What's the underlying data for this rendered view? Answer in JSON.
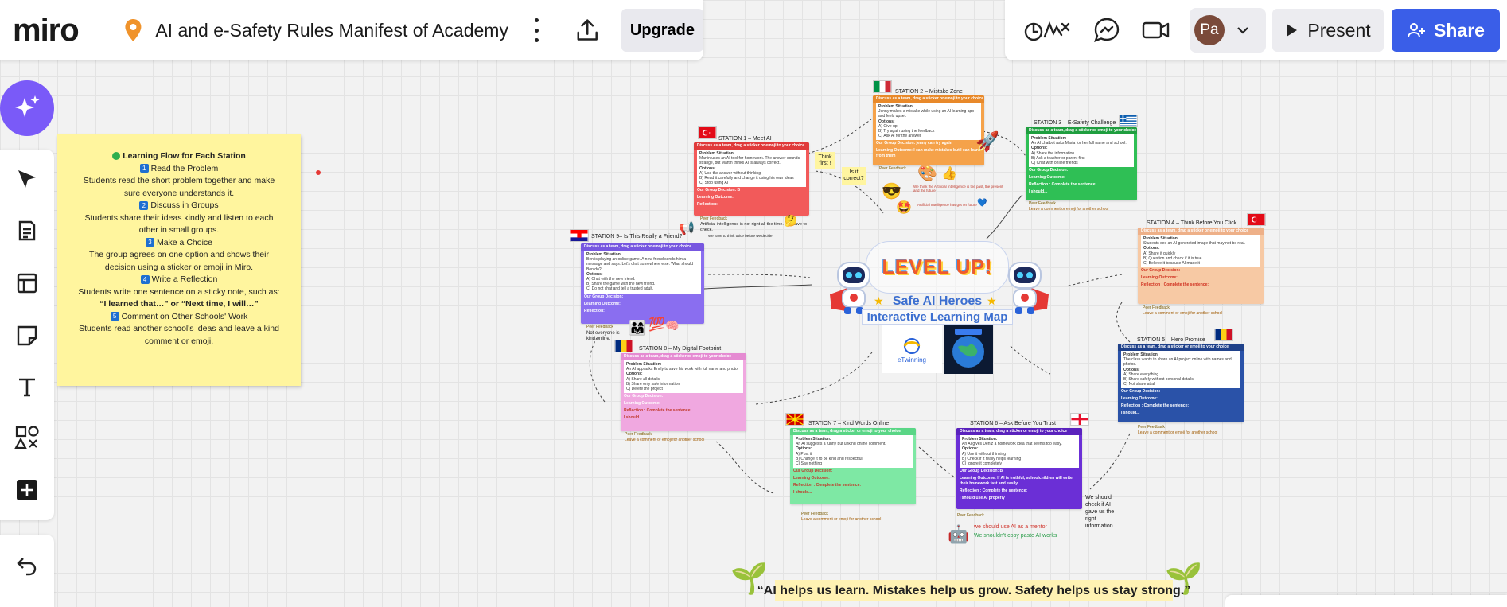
{
  "app": {
    "logo": "miro",
    "board_title": "AI and e-Safety Rules Manifest of Academy",
    "upgrade_label": "Upgrade",
    "present_label": "Present",
    "share_label": "Share",
    "avatar_initials": "Pa"
  },
  "icons": {
    "location": "location-pin-icon",
    "more": "more-vertical-icon",
    "export": "upload-icon",
    "reactions": "reactions-icon",
    "comments": "comment-icon",
    "video": "video-call-icon",
    "chevron": "chevron-down-icon",
    "present": "play-icon",
    "share": "share-people-icon",
    "ai": "ai-sparkle-icon"
  },
  "colors": {
    "accent": "#3a5ee8",
    "sticky": "#fff59e",
    "ai_button": "#7a5af8"
  },
  "sticky": {
    "heading": "Learning Flow for Each Station",
    "steps": [
      {
        "num": "1",
        "title": "Read the Problem",
        "text": "Students read the short problem together and make sure everyone understands it."
      },
      {
        "num": "2",
        "title": "Discuss in Groups",
        "text": "Students share their ideas kindly and listen to each other in small groups."
      },
      {
        "num": "3",
        "title": "Make a Choice",
        "text": "The group agrees on one option and shows their decision using a sticker or emoji in Miro."
      },
      {
        "num": "4",
        "title": "Write a Reflection",
        "text": "Students write one sentence on a sticky note, such as:"
      },
      {
        "num": "5",
        "title": "Comment on Other Schools' Work",
        "text": "Students read another school's ideas and leave a kind comment or emoji."
      }
    ],
    "example": "“I learned that…” or “Next time, I will…”"
  },
  "center": {
    "banner": "LEVEL UP!",
    "title": "Safe AI Heroes",
    "subtitle": "Interactive Learning Map",
    "etwinning": "eTwinning"
  },
  "quote": "“AI helps us learn. Mistakes help us grow. Safety helps us stay strong.”",
  "stations": {
    "s1": {
      "title": "STATION 1 – Meet AI",
      "bar": "Discuss as a team, drag a sticker or emoji to your choice",
      "problem": "Problem Situation:",
      "body": "Martin uses an AI tool for homework. The answer sounds strange, but Martin thinks AI is always correct.",
      "options": "Options:",
      "o1": "A) Use the answer without thinking",
      "o2": "B) Read it carefully and change it using his own ideas",
      "o3": "C) Stop using AI",
      "decision": "Our Group Decision: B",
      "outcome": "Learning Outcome:",
      "reflect": "Reflection:",
      "feedback": "Peer Feedback",
      "note": "Artificial intelligence is not right all the time. We have to check.",
      "note2": "We have to think twice before we decide"
    },
    "s2": {
      "title": "STATION 2 – Mistake Zone",
      "bar": "Discuss as a team, drag a sticker or emoji to your choice",
      "problem": "Problem Situation:",
      "body": "Jenny makes a mistake while using an AI learning app and feels upset.",
      "options": "Options:",
      "o1": "A) Give up",
      "o2": "B) Try again using the feedback",
      "o3": "C) Ask AI for the answer",
      "decision": "Our Group Decision: jenny can try again",
      "outcome": "Learning Outcome: I can make mistakes but I can learn from them",
      "feedback": "Peer Feedback",
      "note": "We think the Artificial Intelligence is the past, the present and the future",
      "note2": "Artificial Intelligence has got on future"
    },
    "s3": {
      "title": "STATION 3 – E-Safety Challenge",
      "bar": "Discuss as a team, drag a sticker or emoji to your choice",
      "problem": "Problem Situation:",
      "body": "An AI chatbot asks Maria for her full name and school.",
      "options": "Options:",
      "o1": "A) Share the information",
      "o2": "B) Ask a teacher or parent first",
      "o3": "C) Chat with online friends",
      "decision": "Our Group Decision:",
      "outcome": "Learning Outcome:",
      "reflect": "Reflection : Complete the sentence:",
      "should": "I should...",
      "feedback": "Peer Feedback",
      "comment": "Leave a comment or emoji for another school"
    },
    "s4": {
      "title": "STATION 4 – Think Before You Click",
      "bar": "Discuss as a team, drag a sticker or emoji to your choice",
      "problem": "Problem Situation:",
      "body": "Students see an AI-generated image that may not be real.",
      "options": "Options:",
      "o1": "A) Share it quickly",
      "o2": "B) Question and check if it is true",
      "o3": "C) Believe it because AI made it",
      "decision": "Our Group Decision:",
      "outcome": "Learning Outcome:",
      "reflect": "Reflection : Complete the sentence:",
      "feedback": "Peer Feedback",
      "comment": "Leave a comment or emoji for another school"
    },
    "s5": {
      "title": "STATION 5 – Hero Promise",
      "bar": "Discuss as a team, drag a sticker or emoji to your choice",
      "problem": "Problem Situation:",
      "body": "The class wants to share an AI project online with names and photos.",
      "options": "Options:",
      "o1": "A) Share everything",
      "o2": "B) Share safely without personal details",
      "o3": "C) Not share at all",
      "decision": "Our Group Decision:",
      "outcome": "Learning Outcome:",
      "reflect": "Reflection : Complete the sentence:",
      "should": "I should...",
      "feedback": "Peer Feedback",
      "comment": "Leave a comment or emoji for another school"
    },
    "s6": {
      "title": "STATION 6 – Ask Before You Trust",
      "bar": "Discuss as a team, drag a sticker or emoji to your choice",
      "problem": "Problem Situation:",
      "body": "An AI gives Deniz a homework idea that seems too easy.",
      "options": "Options:",
      "o1": "A) Use it without thinking",
      "o2": "B) Check if it really helps learning",
      "o3": "C) Ignore it completely",
      "decision": "Our Group Decision: B",
      "outcome": "Learning Outcome: If AI is truthful, schoolchildren will write their homework fast and easily.",
      "reflect": "Reflection : Complete the sentence:",
      "should": "I should use AI properly",
      "feedback": "Peer Feedback",
      "note1": "we should use AI as a mentor",
      "note2": "We shouldn't copy paste AI works",
      "side": "We should check if AI gave us the right information."
    },
    "s7": {
      "title": "STATION 7 – Kind Words Online",
      "bar": "Discuss as a team, drag a sticker or emoji to your choice",
      "problem": "Problem Situation:",
      "body": "An AI suggests a funny but unkind online comment.",
      "options": "Options:",
      "o1": "A) Post it",
      "o2": "B) Change it to be kind and respectful",
      "o3": "C) Say nothing",
      "decision": "Our Group Decision:",
      "outcome": "Learning Outcome:",
      "reflect": "Reflection : Complete the sentence:",
      "should": "I should...",
      "feedback": "Peer Feedback",
      "comment": "Leave a comment or emoji for another school"
    },
    "s8": {
      "title": "STATION 8 – My Digital Footprint",
      "bar": "Discuss as a team, drag a sticker or emoji to your choice",
      "problem": "Problem Situation:",
      "body": "An AI app asks Emily to save his work with full name and photo.",
      "options": "Options:",
      "o1": "A) Share all details",
      "o2": "B) Share only safe information",
      "o3": "C) Delete the project",
      "decision": "Our Group Decision:",
      "outcome": "Learning Outcome:",
      "reflect": "Reflection : Complete the sentence:",
      "should": "I should...",
      "feedback": "Peer Feedback",
      "comment": "Leave a comment or emoji for another school"
    },
    "s9": {
      "title": "STATION 9– Is This Really a Friend?",
      "bar": "Discuss as a team, drag a sticker or emoji to your choice",
      "problem": "Problem Situation:",
      "body": "Ben is playing an online game. A new friend sends him a message and says: Let's chat somewhere else. What should Ben do?",
      "options": "Options:",
      "o1": "A) Chat with the new friend.",
      "o2": "B) Share the game with the new friend.",
      "o3": "C) Do not chat and tell a trusted adult.",
      "decision": "Our Group Decision:",
      "outcome": "Learning Outcome:",
      "reflect": "Reflection:",
      "feedback": "Peer Feedback",
      "note": "Not everyone is kind online."
    }
  },
  "bubbles": {
    "think": "Think first !",
    "correct": "Is it correct?"
  }
}
